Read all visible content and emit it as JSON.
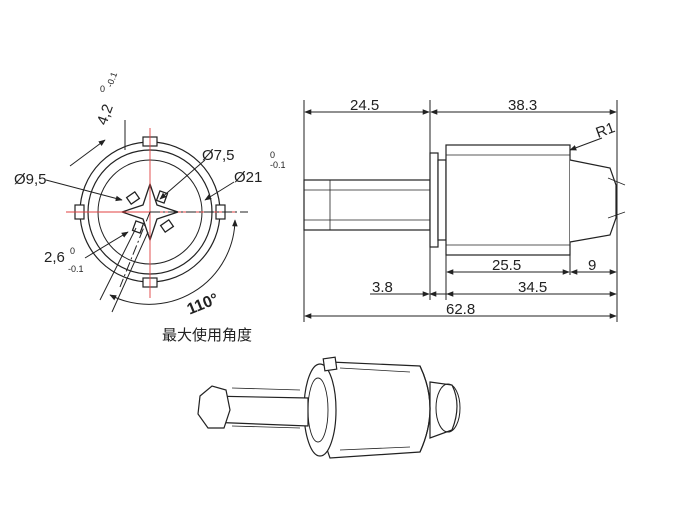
{
  "front_view": {
    "dia_outer": "Ø21",
    "tol_outer_upper": "0",
    "tol_outer_lower": "-0.1",
    "dia_inner": "Ø7,5",
    "dia_mid": "Ø9,5",
    "width_top": "4,2",
    "tol_top_upper": "0",
    "tol_top_lower": "-0.1",
    "width_bottom": "2,6",
    "tol_bottom_upper": "0",
    "tol_bottom_lower": "-0.1",
    "angle": "110°",
    "caption": "最大使用角度"
  },
  "side_view": {
    "shaft_length": "24.5",
    "body_length": "38.3",
    "radius": "R1",
    "body_inner": "25.5",
    "cap_length": "9",
    "flange": "3.8",
    "rear_length": "34.5",
    "total_length": "62.8"
  },
  "colors": {
    "line": "#222222",
    "center_line": "#e04040"
  }
}
